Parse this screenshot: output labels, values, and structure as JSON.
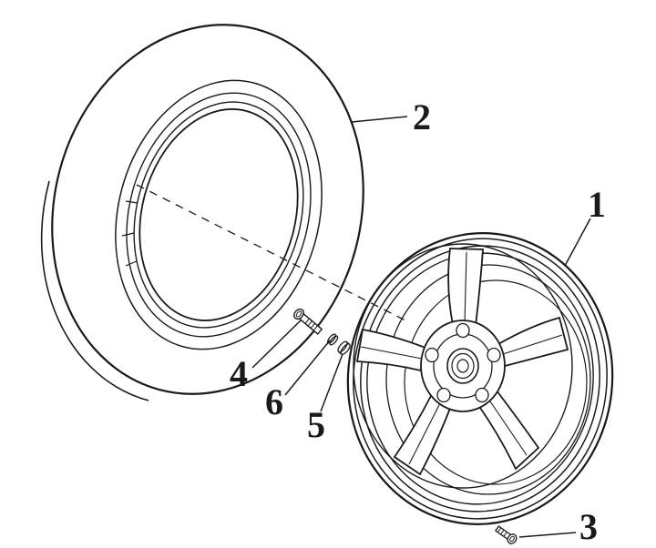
{
  "colors": {
    "ink": "#1a1a1a",
    "background": "#ffffff"
  },
  "diagram": {
    "callouts": [
      {
        "label": "1"
      },
      {
        "label": "2"
      },
      {
        "label": "3"
      },
      {
        "label": "4"
      },
      {
        "label": "5"
      },
      {
        "label": "6"
      }
    ]
  }
}
